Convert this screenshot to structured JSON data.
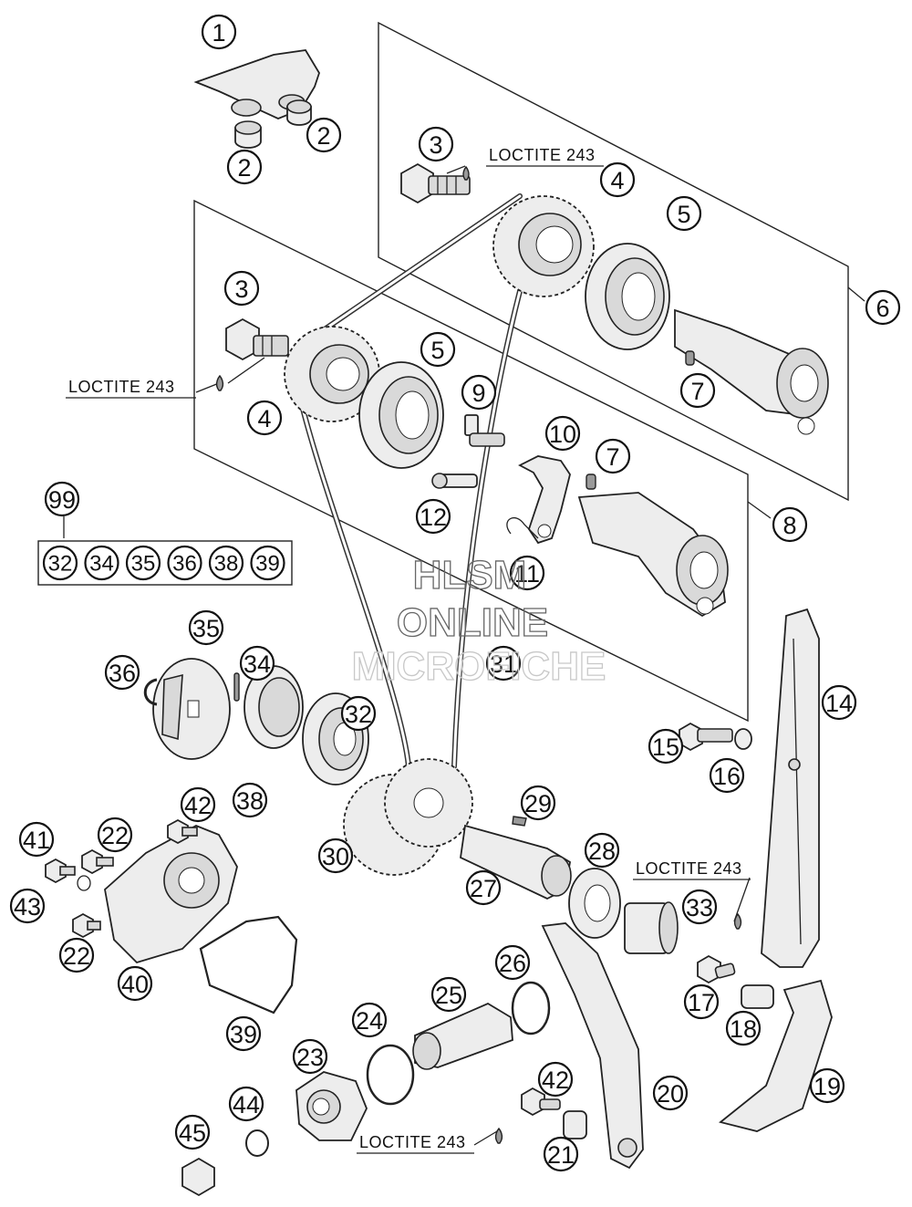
{
  "callouts": [
    "1",
    "2",
    "3",
    "4",
    "5",
    "6",
    "7",
    "8",
    "9",
    "10",
    "11",
    "12",
    "14",
    "15",
    "16",
    "17",
    "18",
    "19",
    "20",
    "21",
    "22",
    "23",
    "24",
    "25",
    "26",
    "27",
    "28",
    "29",
    "30",
    "31",
    "32",
    "33",
    "34",
    "35",
    "36",
    "38",
    "39",
    "40",
    "41",
    "42",
    "43",
    "44",
    "45",
    "99"
  ],
  "kit": {
    "label": "99",
    "items": [
      "32",
      "34",
      "35",
      "36",
      "38",
      "39"
    ]
  },
  "notes": {
    "loctite": "LOCTITE 243"
  },
  "watermark": {
    "line1": "HLSM",
    "line2": "ONLINE",
    "line3": "MICROFICHE"
  }
}
